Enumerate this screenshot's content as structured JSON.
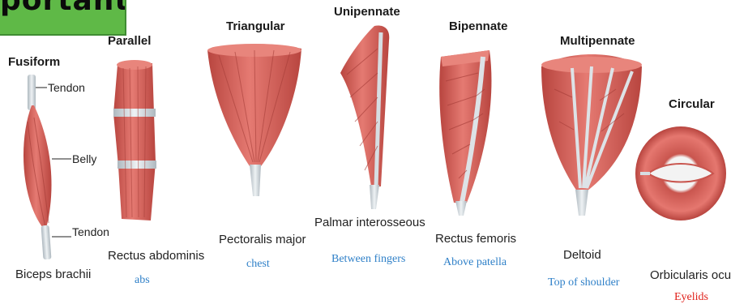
{
  "banner": {
    "text": "portant"
  },
  "muscles": [
    {
      "id": "fusiform",
      "title": "Fusiform",
      "example": "Biceps brachii",
      "note": ""
    },
    {
      "id": "parallel",
      "title": "Parallel",
      "example": "Rectus abdominis",
      "note": "abs"
    },
    {
      "id": "triangular",
      "title": "Triangular",
      "example": "Pectoralis major",
      "note": "chest"
    },
    {
      "id": "unipennate",
      "title": "Unipennate",
      "example": "Palmar interosseous",
      "note": "Between fingers"
    },
    {
      "id": "bipennate",
      "title": "Bipennate",
      "example": "Rectus femoris",
      "note": "Above patella"
    },
    {
      "id": "multipennate",
      "title": "Multipennate",
      "example": "Deltoid",
      "note": "Top of shoulder"
    },
    {
      "id": "circular",
      "title": "Circular",
      "example": "Orbicularis oculi",
      "note": "Eyelids"
    }
  ],
  "callouts": {
    "tendon_top": "Tendon",
    "belly": "Belly",
    "tendon_bottom": "Tendon"
  },
  "colors": {
    "muscle": "#d9615a",
    "muscle_dark": "#b8453f",
    "tendon": "#d6dde2",
    "note": "#2f80c8",
    "note_red": "#e0201a",
    "banner": "#5fb947"
  }
}
